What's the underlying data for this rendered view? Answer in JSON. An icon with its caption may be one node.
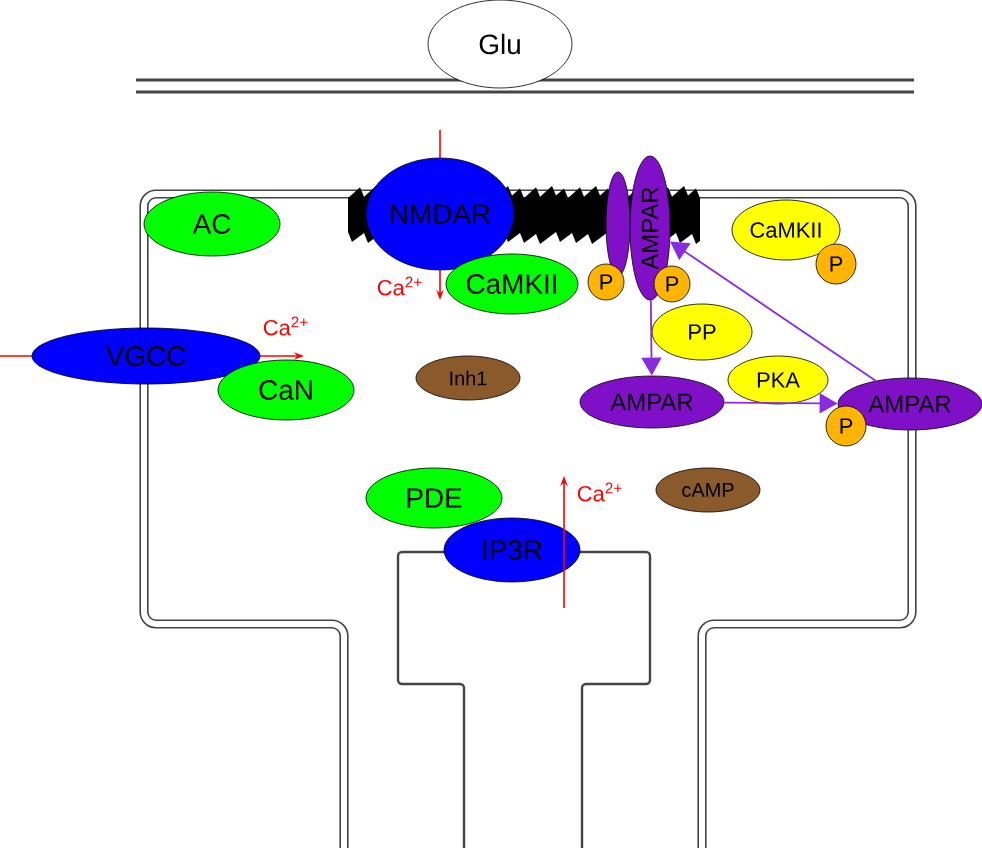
{
  "diagram": {
    "nodes": [
      {
        "text": [
          "Glu"
        ]
      },
      {
        "text": [
          "NMDAR"
        ]
      },
      {
        "text": [
          "AC"
        ]
      },
      {
        "text": [
          "CaMKII"
        ]
      },
      {
        "text": [
          "AMPAR"
        ]
      },
      {
        "text": [
          "P"
        ]
      },
      {
        "text": [
          "P"
        ]
      },
      {
        "text": [
          "CaMKII"
        ]
      },
      {
        "text": [
          "P"
        ]
      },
      {
        "text": [
          "PP"
        ]
      },
      {
        "text": [
          "VGCC"
        ]
      },
      {
        "text": [
          "CaN"
        ]
      },
      {
        "text": [
          "Inh1"
        ]
      },
      {
        "text": [
          "AMPAR"
        ]
      },
      {
        "text": [
          "PKA"
        ]
      },
      {
        "text": [
          "AMPAR"
        ]
      },
      {
        "text": [
          "P"
        ]
      },
      {
        "text": [
          "PDE"
        ]
      },
      {
        "text": [
          "IP3R"
        ]
      },
      {
        "text": [
          "cAMP"
        ]
      }
    ],
    "edges": [
      {
        "from": 4,
        "to": 13,
        "arrow": "to"
      },
      {
        "from": 13,
        "to": 15,
        "arrow": "to"
      },
      {
        "from": 15,
        "to": 4,
        "arrow": "to"
      }
    ],
    "labels": [
      "Ca$^{2+}$",
      "Ca$^{2+}$",
      "Ca$^{2+}$"
    ]
  }
}
